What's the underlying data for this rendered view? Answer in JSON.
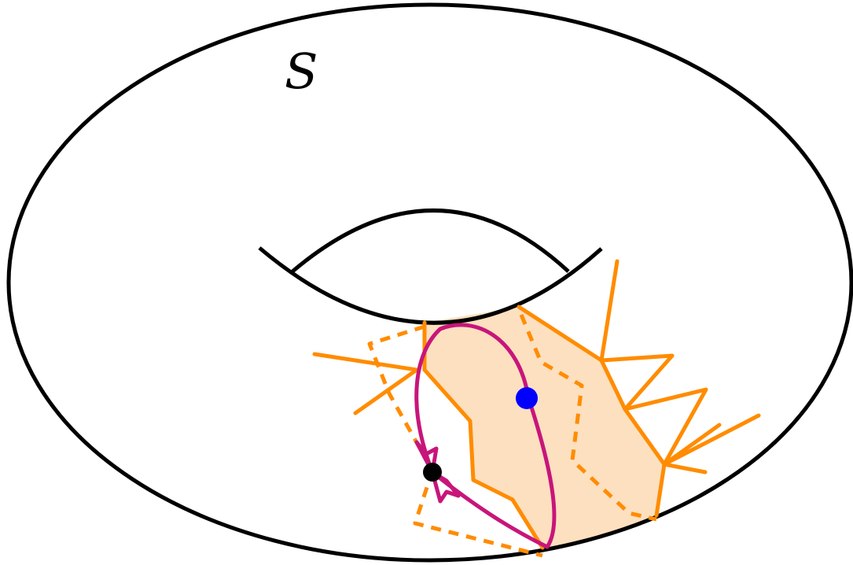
{
  "surface_label": "S",
  "colors": {
    "outline": "#000000",
    "graph": "#ff8c00",
    "region_fill": "#fde0c0",
    "loop": "#c8157a",
    "marked_point": "#0000ff",
    "base_point": "#000000"
  },
  "icons": {
    "loop_arrow": "open-arrowhead",
    "marked_point": "filled-circle",
    "base_point": "filled-circle"
  }
}
